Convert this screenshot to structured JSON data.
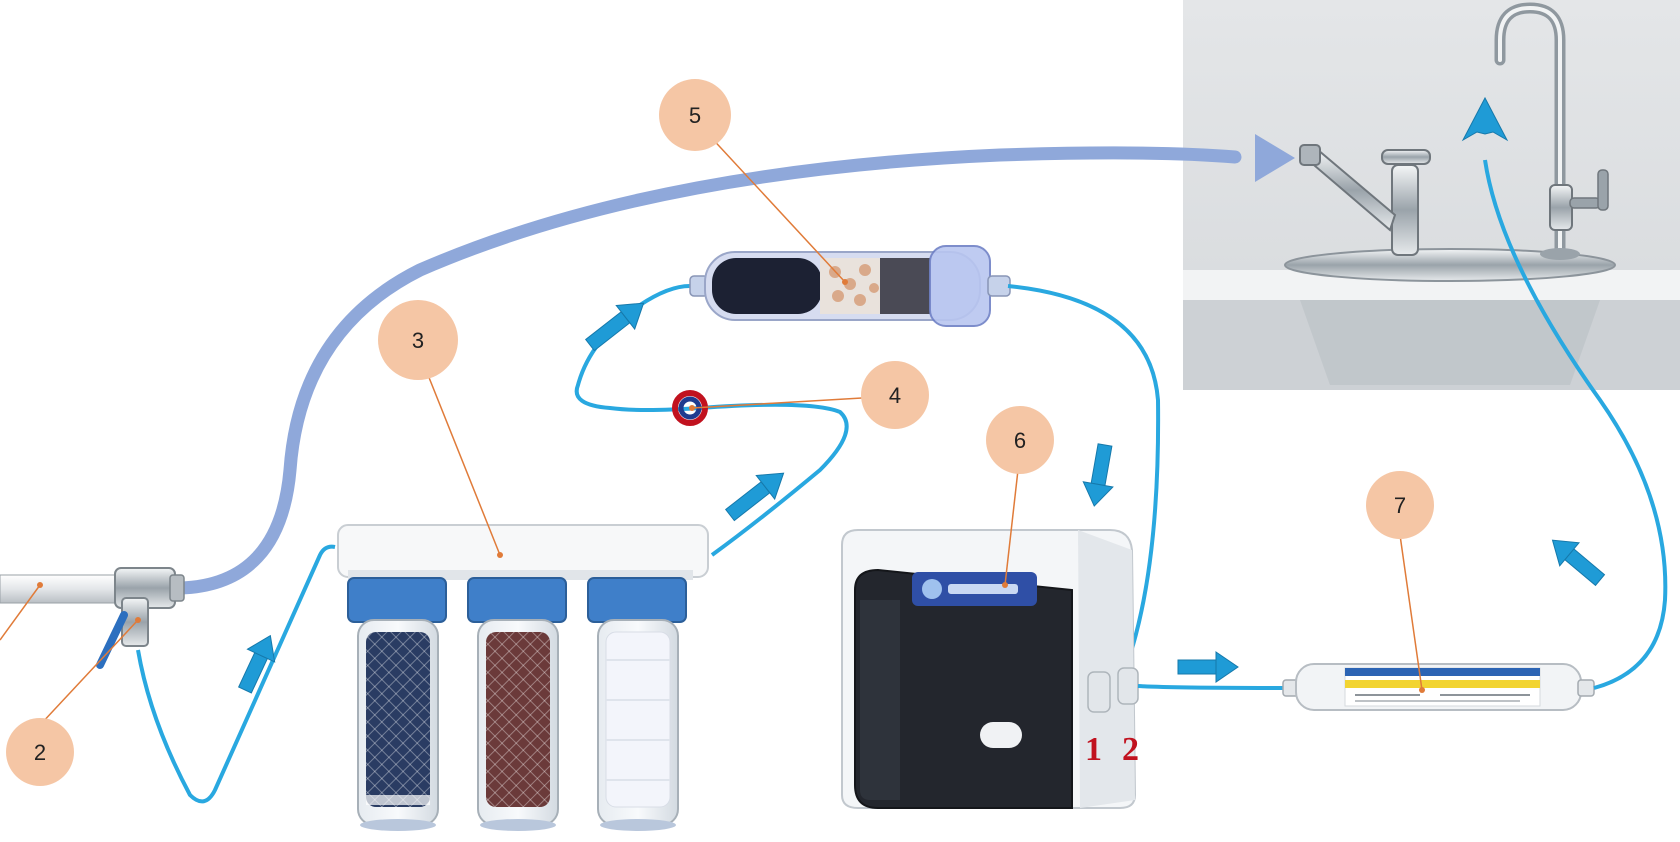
{
  "badges": {
    "b2": "2",
    "b3": "3",
    "b4": "4",
    "b5": "5",
    "b6": "6",
    "b7": "7"
  },
  "ports": {
    "p1": "1",
    "p2": "2"
  },
  "colors": {
    "badge_fill": "#f5c6a5",
    "leader_line": "#e07b39",
    "tube": "#29a8e0",
    "main_hose": "#8fa8da",
    "arrow_fill": "#1f9bd6",
    "port_text": "#c1121f",
    "wall": "#e8eaec"
  }
}
